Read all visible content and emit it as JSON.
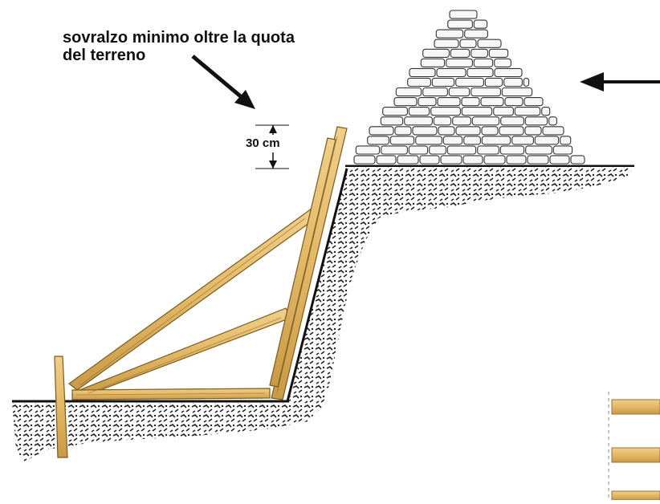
{
  "annotation": {
    "line1": "sovralzo minimo oltre la quota",
    "line2": "del terreno"
  },
  "dimension": {
    "label": "30 cm"
  },
  "colors": {
    "wood": "#e3b865",
    "wood_edge": "#9a7433",
    "soil": "#2b2b2b",
    "stone_fill": "#f7f7f7",
    "stone_edge": "#333333"
  }
}
